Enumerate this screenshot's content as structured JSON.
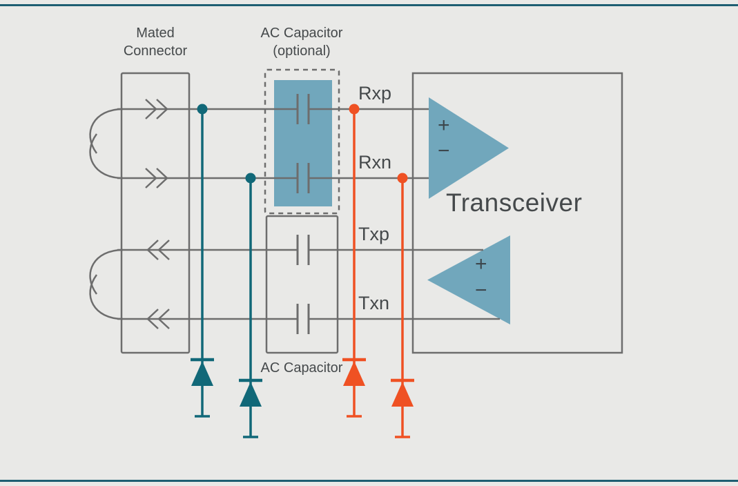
{
  "colors": {
    "background": "#e9e9e7",
    "line": "#6d6d6d",
    "text": "#45494b",
    "teal": "#116878",
    "orange": "#ef5123",
    "fill_blue": "#71a7bc",
    "frame": "#1d5e72"
  },
  "labels": {
    "mated_connector_line1": "Mated",
    "mated_connector_line2": "Connector",
    "ac_cap_top_line1": "AC Capacitor",
    "ac_cap_top_line2": "(optional)",
    "ac_cap_bottom": "AC Capacitor",
    "transceiver": "Transceiver",
    "rxp": "Rxp",
    "rxn": "Rxn",
    "txp": "Txp",
    "txn": "Txn",
    "rx_plus": "+",
    "rx_minus": "−",
    "tx_plus": "+",
    "tx_minus": "−"
  }
}
